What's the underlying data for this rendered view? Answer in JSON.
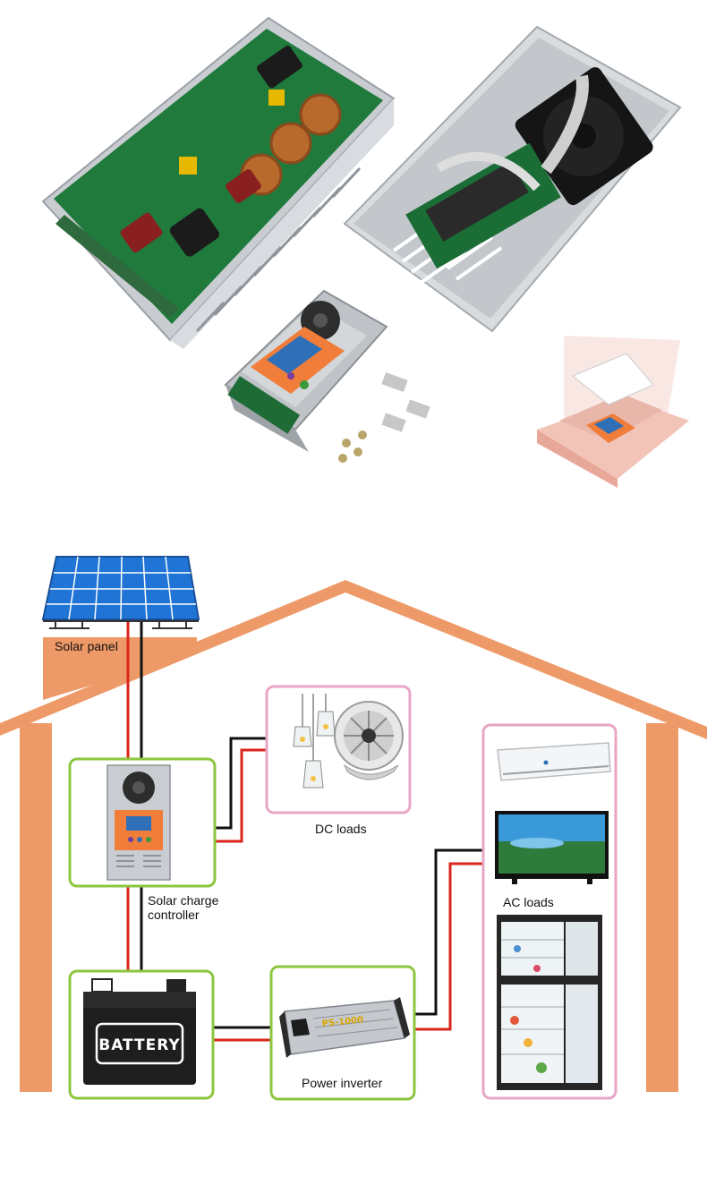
{
  "labels": {
    "solar_panel": "Solar panel",
    "dc_loads": "DC loads",
    "controller_line1": "Solar charge",
    "controller_line2": "controller",
    "battery": "BATTERY",
    "power_inverter": "Power inverter",
    "ac_loads": "AC loads",
    "inverter_model": "PS-1000"
  },
  "colors": {
    "house": "#ee9a68",
    "green_box": "#8cc63f",
    "pink_box": "#e7a6c4",
    "wire_positive": "#d9261c",
    "wire_negative": "#111111",
    "solar_cell": "#1f74d6",
    "controller_face": "#f07d3a"
  }
}
